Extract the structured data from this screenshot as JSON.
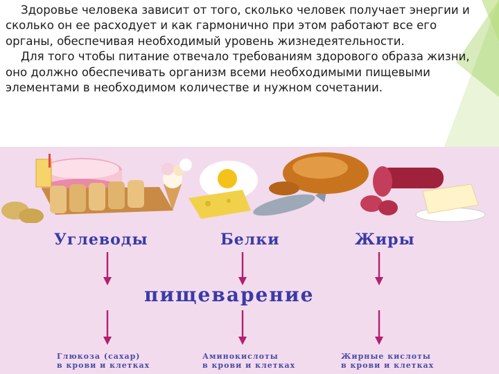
{
  "text": {
    "paragraph1": "Здоровье человека зависит от того, сколько человек получает энергии и сколько он ее расходует и как гармонично при этом работают все его органы, обеспечивая необходимый уровень жизнедеятельности.",
    "paragraph2": "Для того чтобы питание отвечало требованиям здорового образа жизни, оно должно обеспечивать организм всеми необходимыми пищевыми элементами в необходимом количестве и нужном сочетании."
  },
  "diagram": {
    "categories": [
      "Углеводы",
      "Белки",
      "Жиры"
    ],
    "process": "пищеварение",
    "results": [
      {
        "line1": "Глюкоза (сахар)",
        "line2": "в крови и клетках"
      },
      {
        "line1": "Аминокислоты",
        "line2": "в крови и клетках"
      },
      {
        "line1": "Жирные кислоты",
        "line2": "в крови и клетках"
      }
    ],
    "label_color": "#3a3aa6",
    "arrow_color": "#b2206f",
    "background_color": "#f2dbed"
  },
  "theme": {
    "accent_green": "#8dc63f",
    "icons": [
      "corner-triangle-decoration",
      "food-illustration"
    ]
  }
}
